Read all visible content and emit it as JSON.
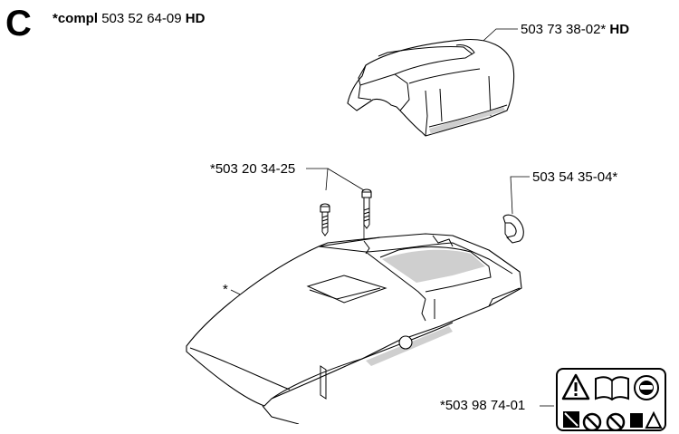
{
  "section": {
    "letter": "C"
  },
  "header": {
    "prefix": "*compl",
    "number": "503 52 64-09",
    "suffix": "HD"
  },
  "parts": {
    "top_cover": {
      "number": "503 73 38-02*",
      "suffix": "HD"
    },
    "screws": {
      "number": "*503 20 34-25"
    },
    "clip": {
      "number": "503 54 35-04*"
    },
    "main_cover": {
      "marker": "*"
    },
    "decal": {
      "number": "*503 98 74-01"
    }
  },
  "icons": [
    "warning-triangle-icon",
    "manual-book-icon",
    "ear-protection-icon",
    "no-one-hand-icon",
    "no-kickback-icon",
    "protective-gear-icon"
  ]
}
